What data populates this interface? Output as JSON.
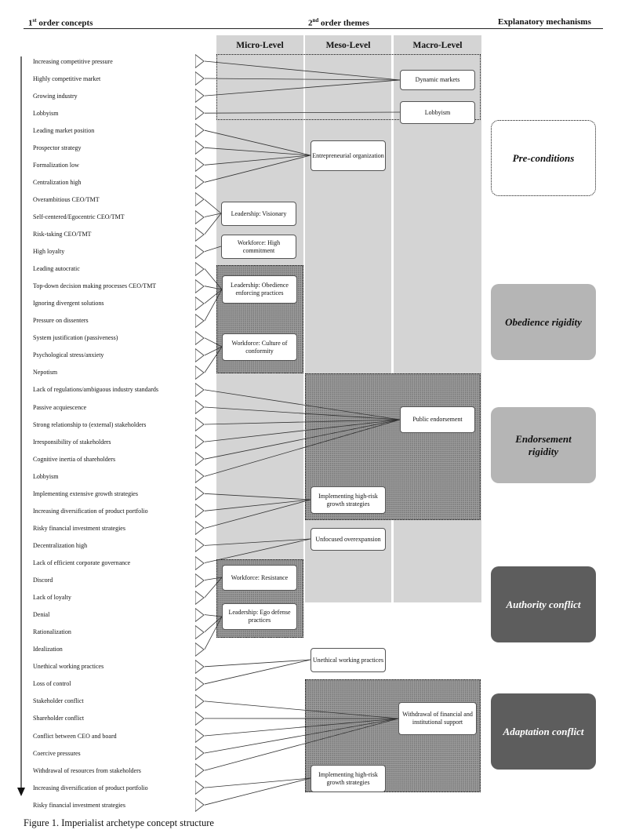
{
  "headers": {
    "first_order": {
      "ordinal": "1",
      "suffix": "st",
      "text": " order concepts"
    },
    "second_order": {
      "ordinal": "2",
      "suffix": "nd",
      "text": " order themes"
    },
    "explanatory": "Explanatory mechanisms"
  },
  "levels": {
    "micro": "Micro-Level",
    "meso": "Meso-Level",
    "macro": "Macro-Level"
  },
  "concepts": [
    "Increasing competitive pressure",
    "Highly competitive market",
    "Growing industry",
    "Lobbyism",
    "Leading market position",
    "Prospector strategy",
    "Formalization low",
    "Centralization high",
    "Overambitious CEO/TMT",
    "Self-centered/Egocentric CEO/TMT",
    "Risk-taking  CEO/TMT",
    "High loyalty",
    "Leading autocratic",
    "Top-down decision making processes CEO/TMT",
    "Ignoring divergent solutions",
    "Pressure on dissenters",
    "System justification (passiveness)",
    "Psychological stress/anxiety",
    "Nepotism",
    "Lack of regulations/ambiguous industry standards",
    "Passive acquiescence",
    "Strong relationship to (external) stakeholders",
    "Irresponsibility of stakeholders",
    "Cognitive inertia of shareholders",
    "Lobbyism",
    "Implementing extensive growth strategies",
    "Increasing diversification of product portfolio",
    "Risky financial investment strategies",
    "Decentralization high",
    "Lack of efficient corporate governance",
    "Discord",
    "Lack of loyalty",
    "Denial",
    "Rationalization",
    "Idealization",
    "Unethical working practices",
    "Loss of control",
    "Stakeholder conflict",
    "Shareholder conflict",
    "Conflict between CEO and board",
    "Coercive pressures",
    "Withdrawal of resources from stakeholders",
    "Increasing diversification of product portfolio",
    "Risky financial investment strategies"
  ],
  "themes": {
    "dynamic_markets": "Dynamic markets",
    "lobbyism": "Lobbyism",
    "entrepreneurial": "Entrepreneurial organization",
    "leadership_visionary": "Leadership: Visionary",
    "workforce_commitment": "Workforce: High commitment",
    "leadership_obedience": "Leadership: Obedience enforcing practices",
    "workforce_conformity": "Workforce: Culture of conformity",
    "public_endorsement": "Public endorsement",
    "high_risk_growth_1": "Implementing high-risk growth strategies",
    "unfocused": "Unfocused overexpansion",
    "workforce_resistance": "Workforce: Resistance",
    "leadership_ego": "Leadership: Ego defense practices",
    "unethical": "Unethical working practices",
    "withdrawal": "Withdrawal of financial and institutional support",
    "high_risk_growth_2": "Implementing high-risk growth strategies"
  },
  "mechanisms": {
    "preconditions": "Pre-conditions",
    "obedience": "Obedience rigidity",
    "endorsement": "Endorsement rigidity",
    "authority": "Authority conflict",
    "adaptation": "Adaptation conflict"
  },
  "colors": {
    "column": "#d4d4d4",
    "zone": "#9d9d9d",
    "mech_light": "#b5b5b5",
    "mech_dark": "#5d5d5d"
  },
  "caption": "Figure 1. Imperialist archetype concept structure"
}
